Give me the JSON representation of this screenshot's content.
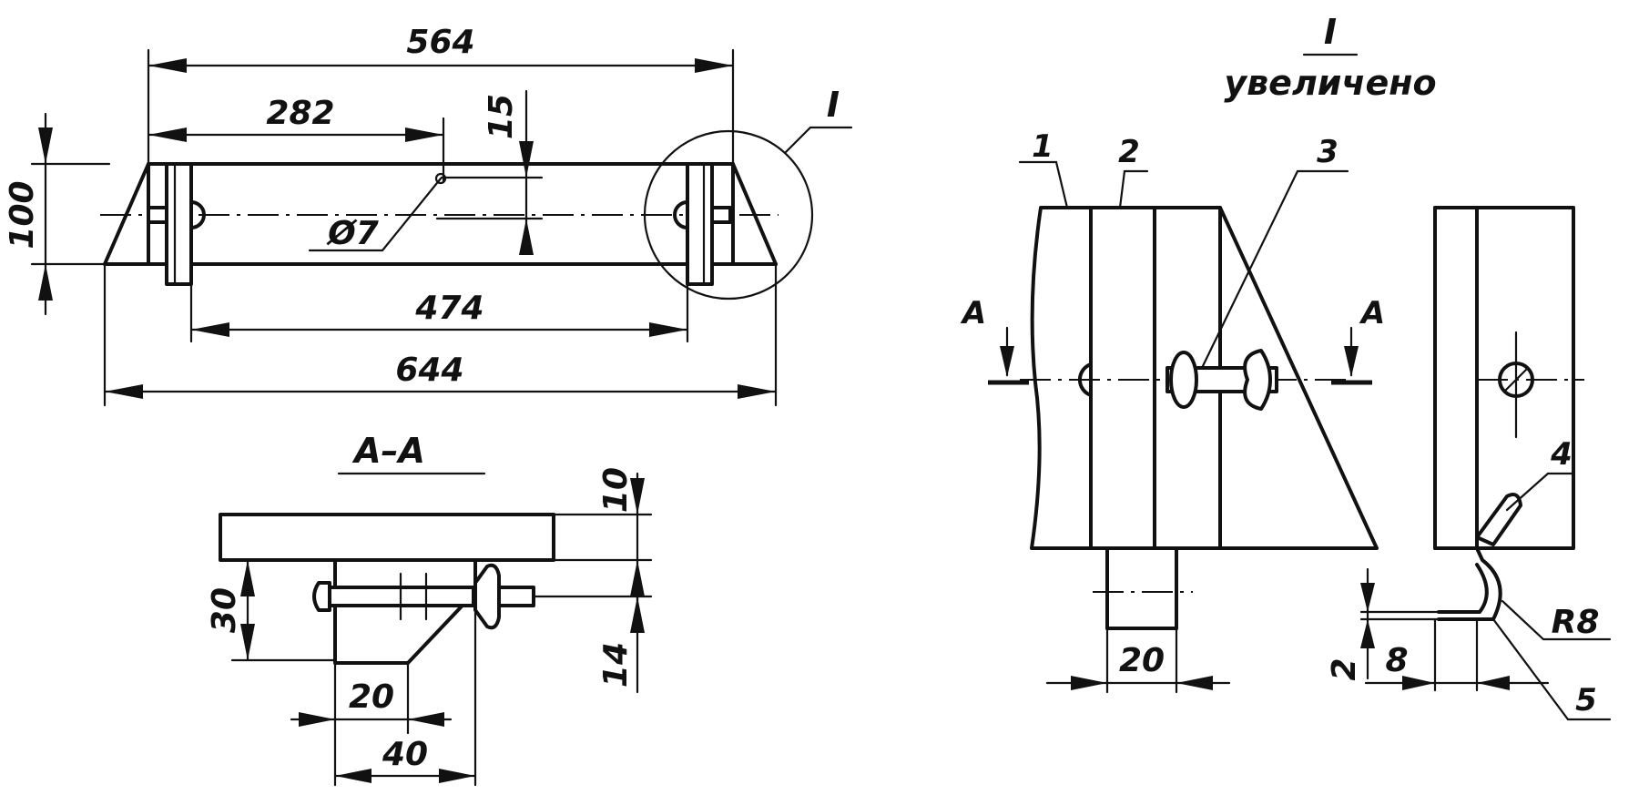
{
  "main_view": {
    "dim_564": "564",
    "dim_282": "282",
    "dim_15": "15",
    "dim_100": "100",
    "dim_d7": "Ø7",
    "dim_474": "474",
    "dim_644": "644",
    "callout_I": "I"
  },
  "section_aa": {
    "title": "A–A",
    "dim_10": "10",
    "dim_30": "30",
    "dim_14": "14",
    "dim_20": "20",
    "dim_40": "40"
  },
  "detail_I": {
    "title": "I",
    "subtitle": "увеличено",
    "part_1": "1",
    "part_2": "2",
    "part_3": "3",
    "part_4": "4",
    "part_5": "5",
    "cut_left": "A",
    "cut_right": "A",
    "dim_20": "20",
    "dim_2": "2",
    "dim_8": "8",
    "dim_r8": "R8"
  }
}
